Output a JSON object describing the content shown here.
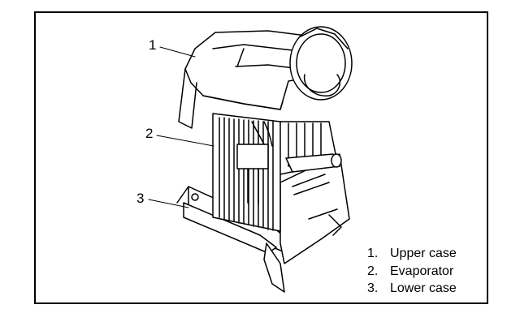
{
  "callouts": [
    {
      "number": "1"
    },
    {
      "number": "2"
    },
    {
      "number": "3"
    }
  ],
  "legend": [
    {
      "number": "1.",
      "label": "Upper case"
    },
    {
      "number": "2.",
      "label": "Evaporator"
    },
    {
      "number": "3.",
      "label": "Lower case"
    }
  ],
  "colors": {
    "line": "#000000",
    "background": "#ffffff"
  }
}
